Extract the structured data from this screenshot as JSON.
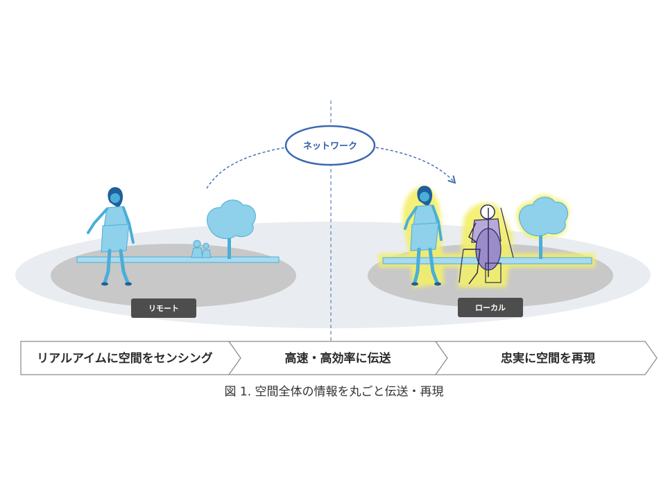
{
  "network_label": "ネットワーク",
  "remote_label": "リモート",
  "local_label": "ローカル",
  "steps": [
    "リアルアイムに空間をセンシング",
    "高速・高効率に伝送",
    "忠実に空間を再現"
  ],
  "caption": "図 1. 空間全体の情報を丸ごと伝送・再現",
  "colors": {
    "figure_blue": "#4aaed8",
    "figure_dark": "#1f5f9a",
    "tree_blue": "#8fd0ea",
    "glow_yellow": "#f3ef6a",
    "network_border": "#3a68b0",
    "chip_bg": "#4d4d4d",
    "stage_grey": "#c8c8c8",
    "floor_blue": "#a9daf0"
  }
}
